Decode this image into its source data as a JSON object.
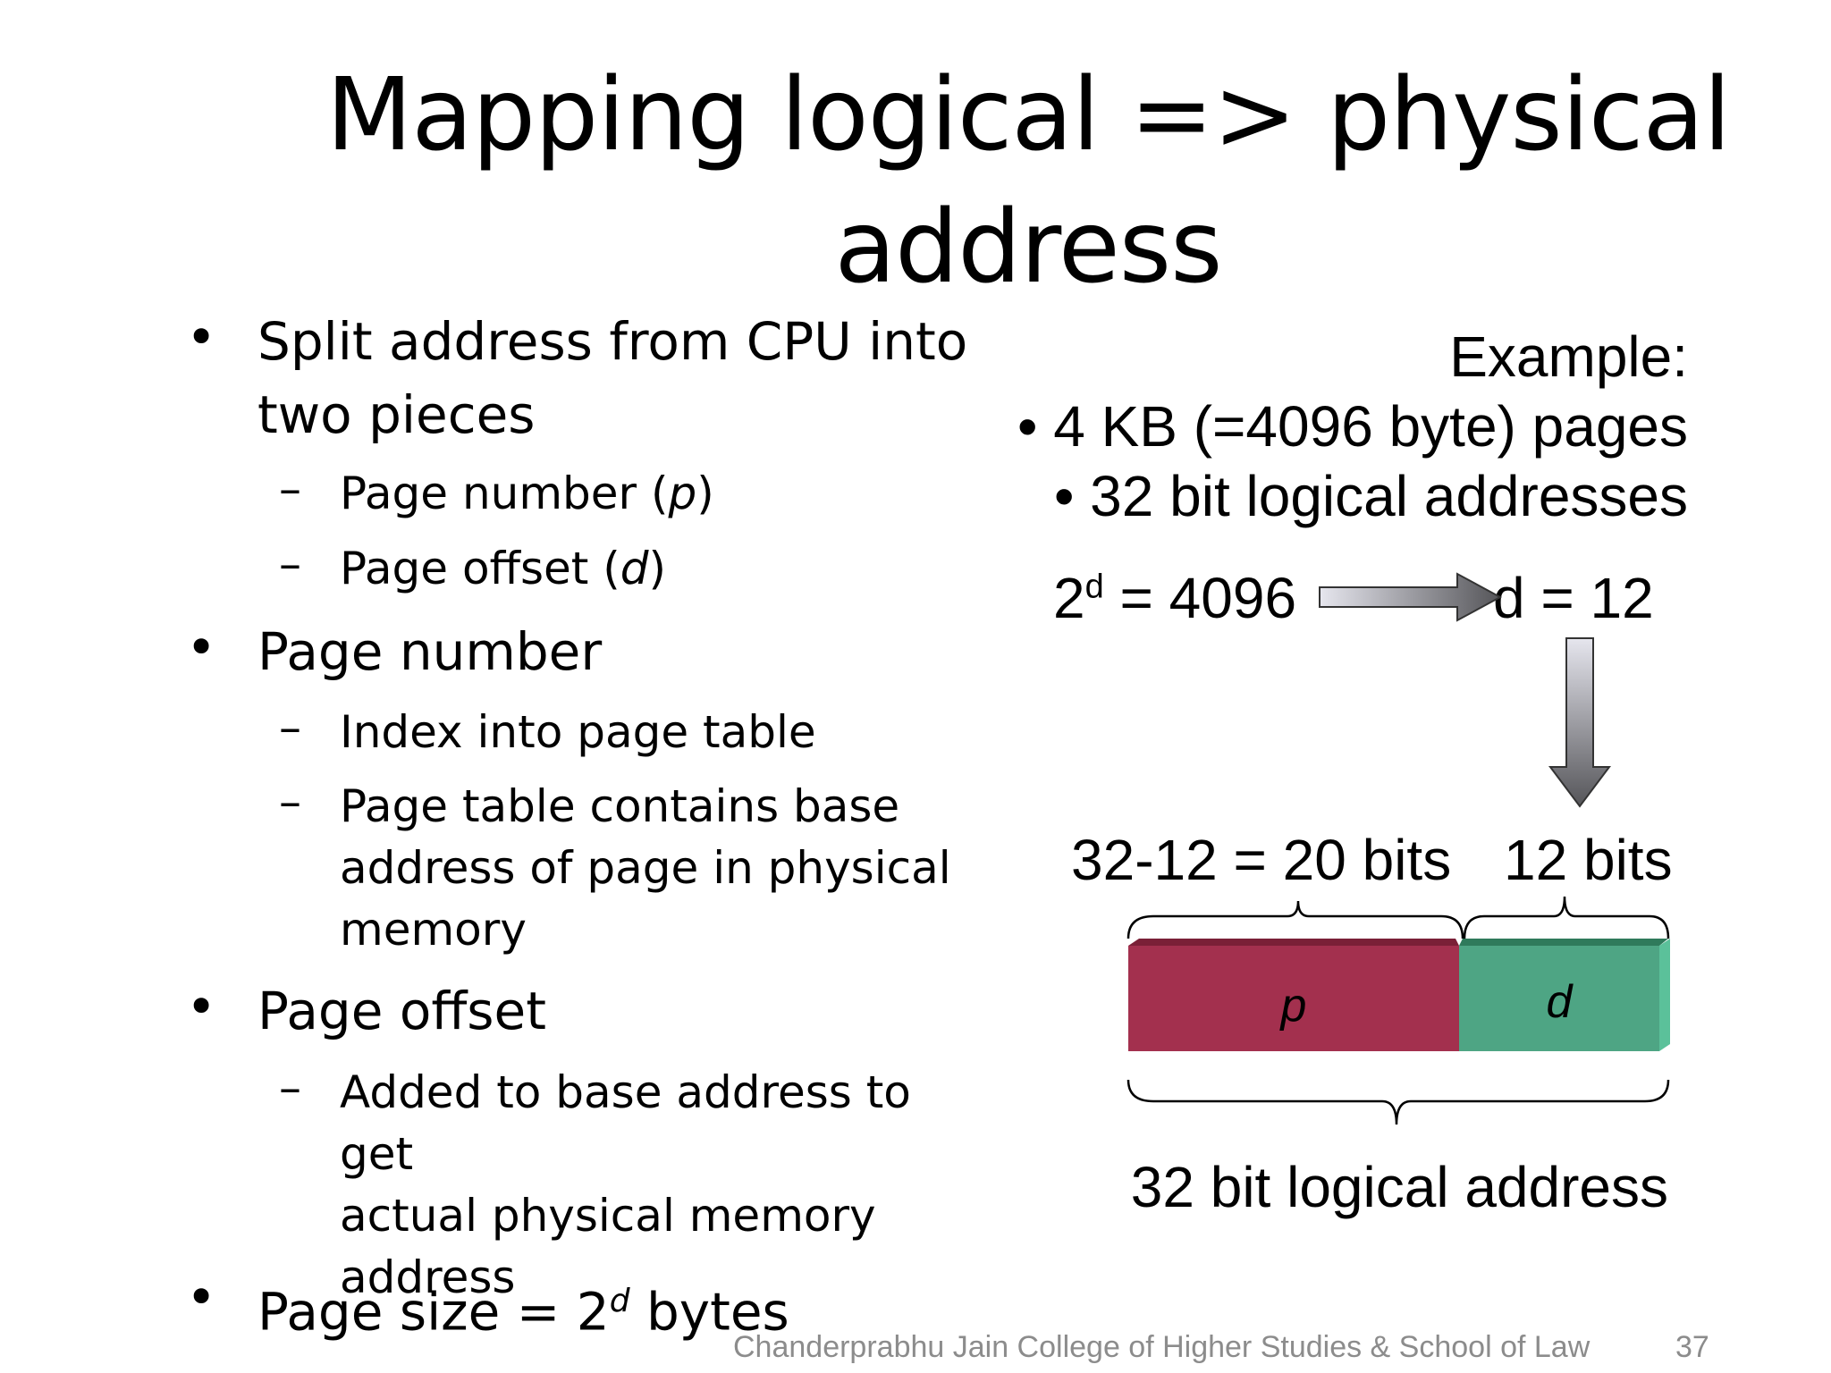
{
  "title": {
    "line1": "Mapping logical => physical",
    "line2": "address"
  },
  "left": {
    "b1": "Split address from CPU into",
    "b1_cont": "two pieces",
    "b1_sub1": "Page number (p)",
    "b1_sub2": "Page offset (d)",
    "b2": "Page number",
    "b2_sub1": "Index into page table",
    "b2_sub2_l1": "Page table contains base",
    "b2_sub2_l2": "address of page in physical",
    "b2_sub2_l3": "memory",
    "b3": "Page offset",
    "b3_sub1_l1": "Added to base address to get",
    "b3_sub1_l2": "actual physical memory",
    "b3_sub1_l3": "address",
    "b4_prefix": "Page size = 2",
    "b4_sup": "d",
    "b4_suffix": " bytes",
    "bullet_symbol": "•",
    "dash_symbol": "–"
  },
  "example": {
    "heading": "Example:",
    "line1": "• 4 KB (=4096 byte) pages",
    "line2": "• 32 bit logical addresses",
    "eq_left_base": "2",
    "eq_left_sup": "d",
    "eq_left_rest": " = 4096",
    "eq_right": "d = 12",
    "label_left": "32-12 = 20 bits",
    "label_right": "12 bits",
    "box_p": "p",
    "box_d": "d",
    "bottom_label": "32 bit logical address",
    "colors": {
      "p_box": "#a3304e",
      "d_box": "#4ea584",
      "arrow_light": "#e6e6ee",
      "arrow_dark": "#555559"
    }
  },
  "footer": {
    "text": "Chanderprabhu Jain College of Higher Studies & School of Law",
    "page": "37"
  }
}
